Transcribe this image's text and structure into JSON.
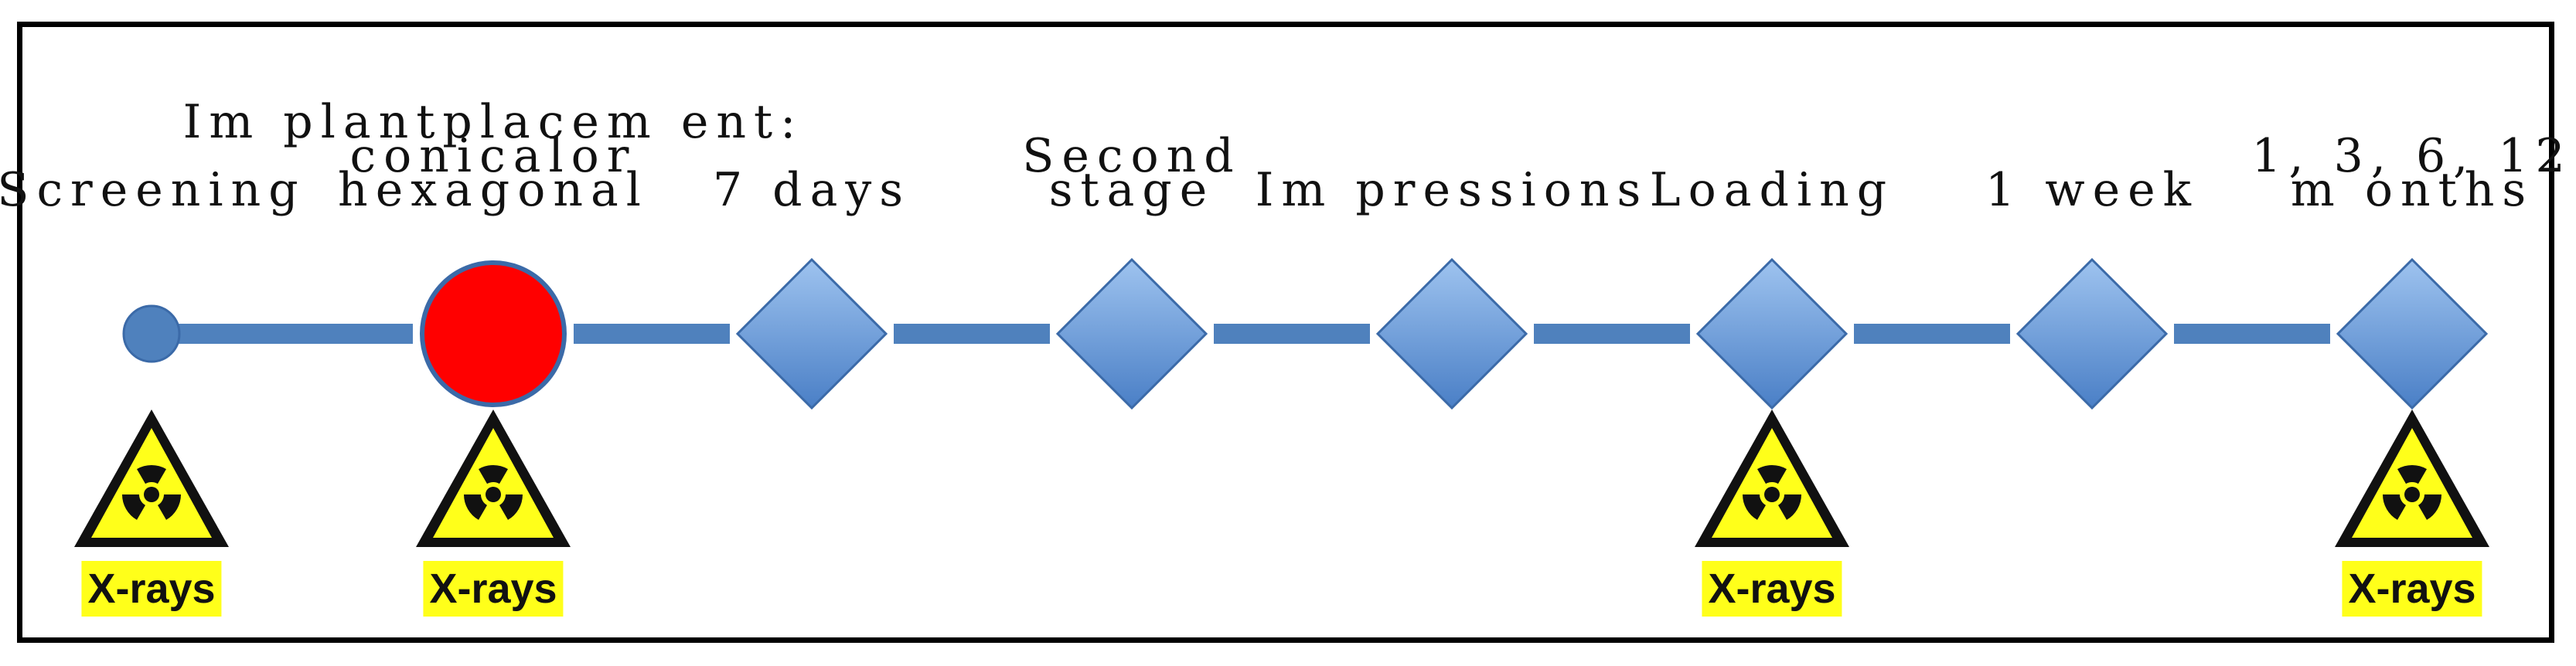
{
  "stages": [
    {
      "id": "screening",
      "marker": "small-circle",
      "label_lines": [
        "Screening"
      ],
      "xray": true
    },
    {
      "id": "implant-placement",
      "marker": "red-circle",
      "label_lines": [
        "Im plantplacem ent:",
        "conicalor",
        "hexagonal"
      ],
      "xray": true
    },
    {
      "id": "7-days",
      "marker": "diamond",
      "label_lines": [
        "7 days"
      ],
      "xray": false
    },
    {
      "id": "second-stage",
      "marker": "diamond",
      "label_lines": [
        "Second",
        "stage"
      ],
      "xray": false
    },
    {
      "id": "impressions",
      "marker": "diamond",
      "label_lines": [
        "Im pressions"
      ],
      "xray": false
    },
    {
      "id": "loading",
      "marker": "diamond",
      "label_lines": [
        "Loading"
      ],
      "xray": true
    },
    {
      "id": "1-week",
      "marker": "diamond",
      "label_lines": [
        "1 week"
      ],
      "xray": false
    },
    {
      "id": "follow-up",
      "marker": "diamond",
      "label_lines": [
        "1, 3, 6, 12",
        "m onths"
      ],
      "xray": true
    }
  ],
  "xray_label": "X-rays",
  "colors": {
    "line": "#4f81bd",
    "diamond_light": "#9ec3ef",
    "diamond_dark": "#4a7fc6",
    "diamond_stroke": "#3b6aa8",
    "implant_fill": "#ff0000",
    "hazard_yellow": "#ffff1a",
    "hazard_black": "#111111"
  },
  "icons": {
    "hazard": "radiation-warning-icon"
  }
}
